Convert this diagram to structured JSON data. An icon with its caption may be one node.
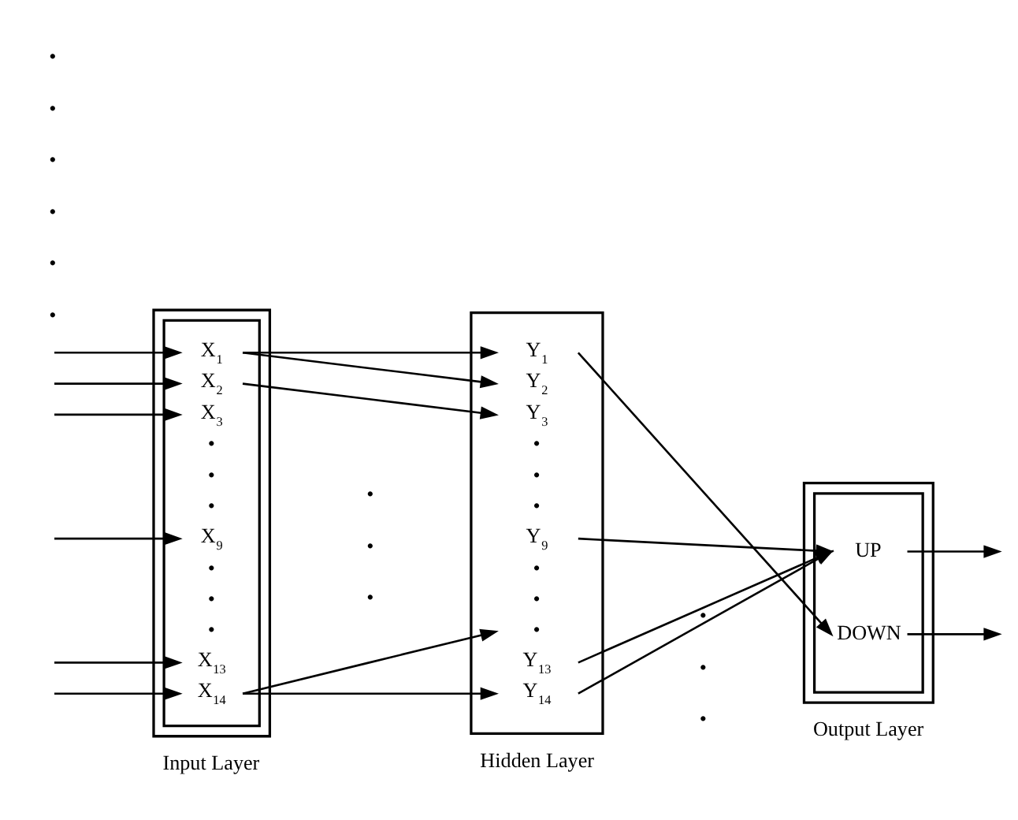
{
  "diagram": {
    "nodes": [
      {
        "text": [
          "X$_{1}$",
          "X$_{2}$",
          "X$_{3}$",
          "•",
          "•",
          "•",
          "X$_{9}$",
          "•",
          "•",
          "•",
          "X$_{13}$",
          "X$_{14}$",
          "Input Layer"
        ]
      },
      {
        "text": [
          "Y$_{1}$",
          "Y$_{2}$",
          "Y$_{3}$",
          "•",
          "•",
          "•",
          "Y$_{9}$",
          "•",
          "•",
          "•",
          "Y$_{13}$",
          "Y$_{14}$",
          "Hidden Layer"
        ]
      },
      {
        "text": [
          "UP",
          "DOWN",
          "Output Layer"
        ]
      }
    ],
    "edges": [
      {
        "from": null,
        "to": 0,
        "arrow": "to"
      },
      {
        "from": null,
        "to": 0,
        "arrow": "to"
      },
      {
        "from": null,
        "to": 0,
        "arrow": "to"
      },
      {
        "from": null,
        "to": 0,
        "arrow": "to"
      },
      {
        "from": null,
        "to": 0,
        "arrow": "to"
      },
      {
        "from": null,
        "to": 0,
        "arrow": "to"
      },
      {
        "from": 0,
        "to": 1,
        "arrow": "to"
      },
      {
        "from": 0,
        "to": 1,
        "arrow": "to"
      },
      {
        "from": 0,
        "to": 1,
        "arrow": "to"
      },
      {
        "from": 0,
        "to": 1,
        "arrow": "to"
      },
      {
        "from": 0,
        "to": 1,
        "arrow": "to"
      },
      {
        "from": 1,
        "to": 2,
        "arrow": "to"
      },
      {
        "from": 1,
        "to": 2,
        "arrow": "to"
      },
      {
        "from": 1,
        "to": 2,
        "arrow": "to"
      },
      {
        "from": 1,
        "to": 2,
        "arrow": "to"
      },
      {
        "from": 2,
        "to": null,
        "arrow": "to"
      },
      {
        "from": 2,
        "to": null,
        "arrow": "to"
      }
    ],
    "labels": [
      "•",
      "•",
      "•",
      "•",
      "•",
      "•",
      "•",
      "•",
      "•",
      "•",
      "•",
      "•"
    ]
  }
}
